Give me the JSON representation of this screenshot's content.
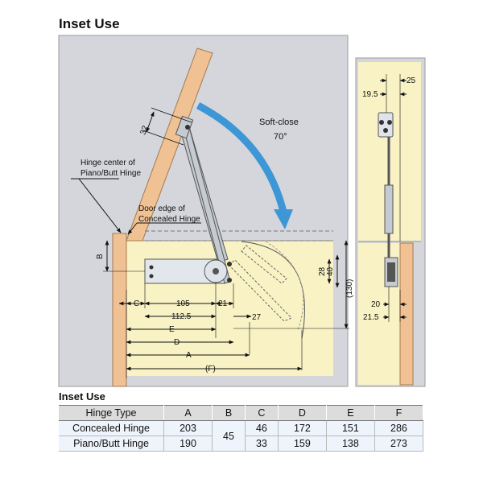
{
  "title": "Inset Use",
  "subtitle": "Inset Use",
  "diagram": {
    "labels": {
      "soft_close": "Soft-close",
      "angle": "70°",
      "hinge_center_line1": "Hinge center of",
      "hinge_center_line2": "Piano/Butt Hinge",
      "door_edge_line1": "Door edge of",
      "door_edge_line2": "Concealed Hinge"
    },
    "dims": {
      "d32": "32",
      "b": "B",
      "d28": "28",
      "d40": "40",
      "d130": "(130)",
      "c": "C",
      "d105": "105",
      "d21": "21",
      "d112_5": "112.5",
      "d27": "27",
      "e": "E",
      "d": "D",
      "a": "A",
      "f": "(F)",
      "side_25": "25",
      "side_19_5": "19.5",
      "side_20": "20",
      "side_21_5": "21.5"
    },
    "colors": {
      "panel": "#d4d6db",
      "cream": "#f8f2c4",
      "wood": "#f0c193",
      "arrow": "#3d96d6",
      "metal": "#c5cbd1"
    }
  },
  "table": {
    "headers": [
      "Hinge Type",
      "A",
      "B",
      "C",
      "D",
      "E",
      "F"
    ],
    "rows": [
      {
        "type": "Concealed Hinge",
        "a": "203",
        "b": "45",
        "c": "46",
        "d": "172",
        "e": "151",
        "f": "286"
      },
      {
        "type": "Piano/Butt Hinge",
        "a": "190",
        "c": "33",
        "d": "159",
        "e": "138",
        "f": "273"
      }
    ]
  }
}
